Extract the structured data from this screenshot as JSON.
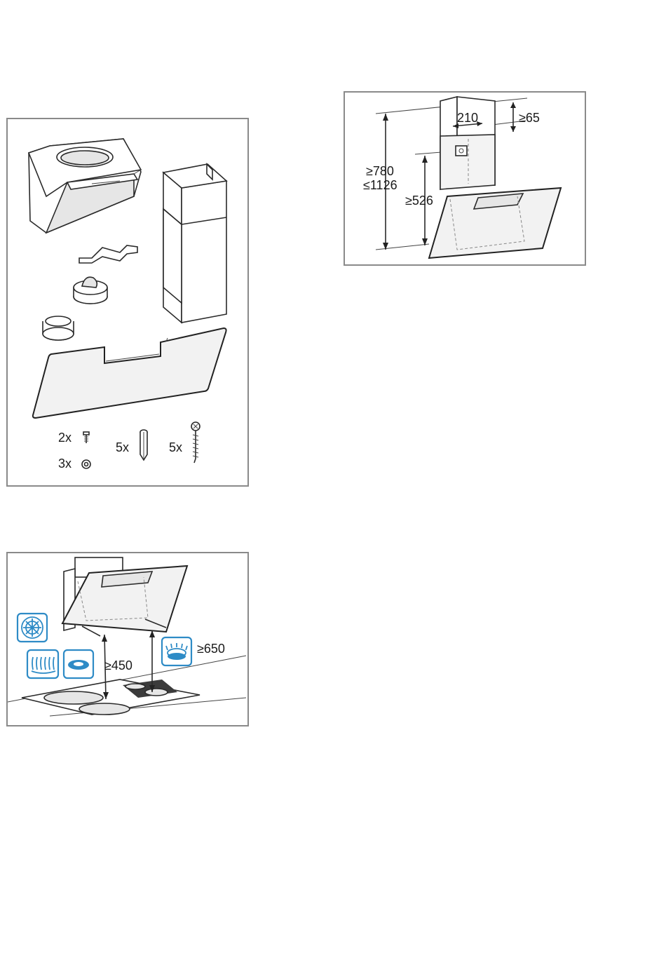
{
  "parts_panel": {
    "qty_screw": "2x",
    "qty_washer": "3x",
    "qty_plug": "5x",
    "qty_long_screw": "5x"
  },
  "dimensions_panel": {
    "width": "210",
    "top_clearance": "≥65",
    "total_height_min": "≥780",
    "total_height_max": "≤1126",
    "lower_height": "≥526"
  },
  "clearance_panel": {
    "electric_clearance": "≥450",
    "gas_clearance": "≥650",
    "icons": [
      "fan-icon",
      "heating-coil-icon",
      "electric-hotplate-icon",
      "gas-burner-icon"
    ]
  },
  "colors": {
    "frame": "#8a8a8a",
    "line": "#2a2a2a",
    "accent_blue": "#2e8bc6"
  }
}
